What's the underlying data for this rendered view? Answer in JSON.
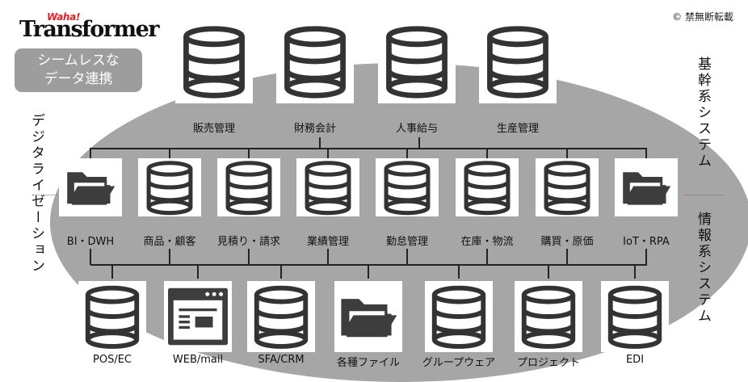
{
  "logo": {
    "top": "Waha!",
    "main": "Transformer"
  },
  "copyright": "© 禁無断転載",
  "badge": {
    "line1": "シームレスな",
    "line2": "データ連携"
  },
  "side_labels": {
    "left": "デジタライゼーション",
    "right_top": "基幹系システム",
    "right_bottom": "情報系システム"
  },
  "core_systems": [
    {
      "label": "販売管理",
      "icon": "database-icon"
    },
    {
      "label": "財務会計",
      "icon": "database-icon"
    },
    {
      "label": "人事給与",
      "icon": "database-icon"
    },
    {
      "label": "生産管理",
      "icon": "database-icon"
    }
  ],
  "middle_systems": [
    {
      "label": "BI・DWH",
      "icon": "folder-icon"
    },
    {
      "label": "商品・顧客",
      "icon": "database-icon"
    },
    {
      "label": "見積り・請求",
      "icon": "database-icon"
    },
    {
      "label": "業績管理",
      "icon": "database-icon"
    },
    {
      "label": "勤怠管理",
      "icon": "database-icon"
    },
    {
      "label": "在庫・物流",
      "icon": "database-icon"
    },
    {
      "label": "購買・原価",
      "icon": "database-icon"
    },
    {
      "label": "IoT・RPA",
      "icon": "folder-icon"
    }
  ],
  "info_systems": [
    {
      "label": "POS/EC",
      "icon": "database-icon"
    },
    {
      "label": "WEB/mail",
      "icon": "browser-window-icon"
    },
    {
      "label": "SFA/CRM",
      "icon": "database-icon"
    },
    {
      "label": "各種ファイル",
      "icon": "folder-icon"
    },
    {
      "label": "グループウェア",
      "icon": "database-icon"
    },
    {
      "label": "プロジェクト",
      "icon": "database-icon"
    },
    {
      "label": "EDI",
      "icon": "database-icon"
    }
  ]
}
